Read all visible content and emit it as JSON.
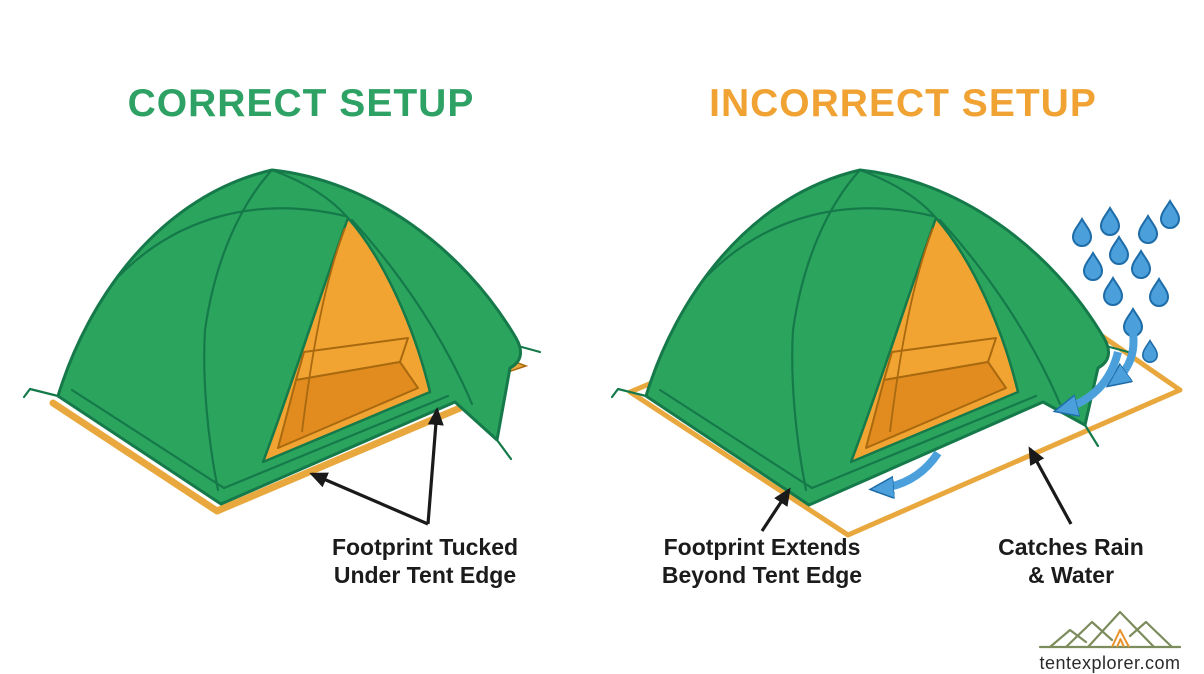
{
  "left_panel": {
    "title": "CORRECT SETUP",
    "caption": {
      "line1": "Footprint Tucked",
      "line2": "Under Tent Edge"
    }
  },
  "right_panel": {
    "title": "INCORRECT SETUP",
    "caption_footprint": {
      "line1": "Footprint Extends",
      "line2": "Beyond Tent Edge"
    },
    "caption_rain": {
      "line1": "Catches Rain",
      "line2": "& Water"
    }
  },
  "branding": {
    "website": "tentexplorer.com"
  },
  "colors": {
    "tent_green": "#2BA55E",
    "tent_green_dark": "#15794A",
    "interior_orange": "#F2A433",
    "floor_orange": "#E28C1F",
    "orange_outline": "#A8690F",
    "footprint_orange": "#E9A83E",
    "title_green": "#2EA164",
    "title_orange": "#F0A233",
    "rain_blue": "#4BA0DB",
    "rain_blue_dark": "#1E6CA8",
    "text_dark": "#1B1B1B",
    "logo_olive": "#7D8C5C",
    "logo_orange": "#E8922A"
  }
}
